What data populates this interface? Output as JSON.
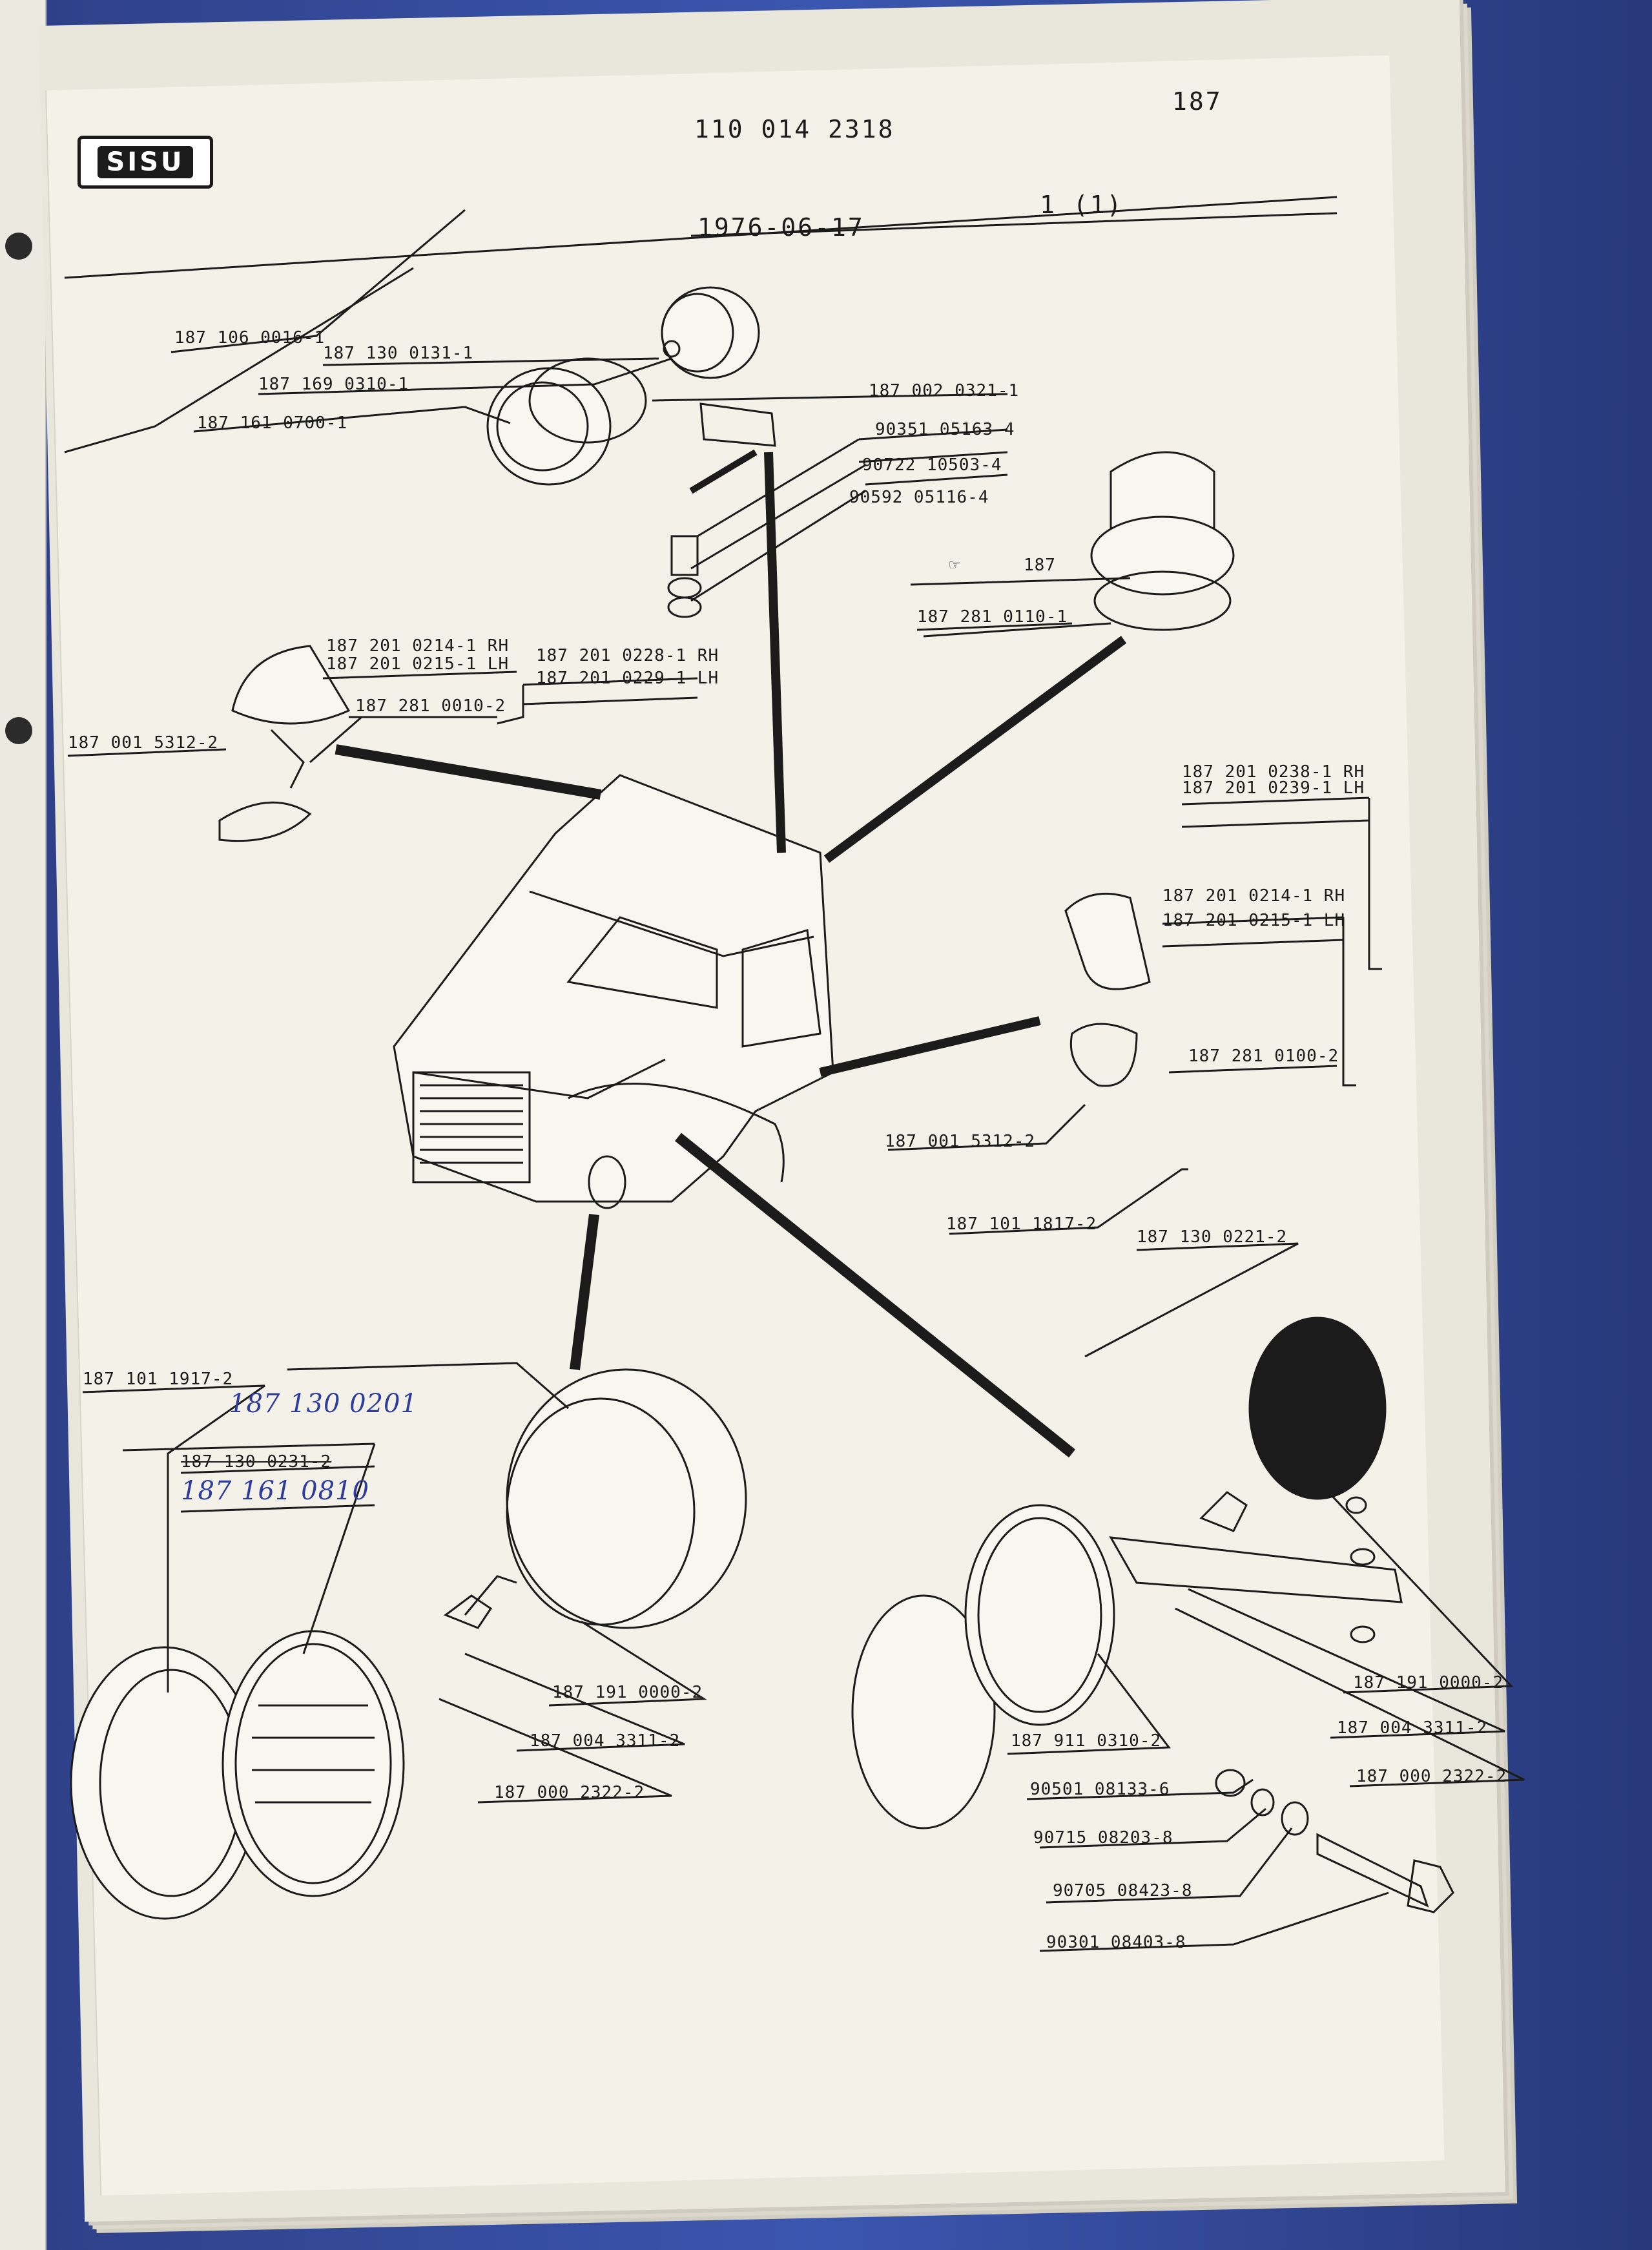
{
  "header": {
    "page_number": "187",
    "doc_number": "110 014 2318",
    "date": "1976-06-17",
    "sheet": "1   (1)",
    "brand": "SISU"
  },
  "labels": {
    "l1": "187 106 0016-1",
    "l2": "187 130 0131-1",
    "l3": "187 169 0310-1",
    "l4": "187 161 0700-1",
    "l5": "187 002 0321-1",
    "l6": "90351 05163-4",
    "l7": "90722 10503-4",
    "l8": "90592 05116-4",
    "l9": "187",
    "l10": "187 281 0110-1",
    "l11a": "187 201 0214-1  RH",
    "l11b": "187 201 0215-1  LH",
    "l12a": "187 201 0228-1  RH",
    "l12b": "187 201 0229-1  LH",
    "l13": "187 281 0010-2",
    "l14": "187 001 5312-2",
    "l15a": "187 201 0238-1  RH",
    "l15b": "187 201 0239-1  LH",
    "l16a": "187 201 0214-1  RH",
    "l16b": "187 201 0215-1  LH",
    "l17": "187 281 0100-2",
    "l18": "187 001 5312-2",
    "l19": "187 101 1817-2",
    "l20": "187 130 0221-2",
    "l21": "187 101 1917-2",
    "l22_hand": "187 130 0201",
    "l23_strike": "187 130 0231-2",
    "l24_hand": "187 161 0810",
    "l25": "187 191 0000-2",
    "l26": "187 004 3311-2",
    "l27": "187 000 2322-2",
    "l28": "187 191 0000-2",
    "l29": "187 004 3311-2",
    "l30": "187 911 0310-2",
    "l31": "187 000 2322-2",
    "l32": "90501 08133-6",
    "l33": "90715 08203-8",
    "l34": "90705 08423-8",
    "l35": "90301 08403-8"
  }
}
